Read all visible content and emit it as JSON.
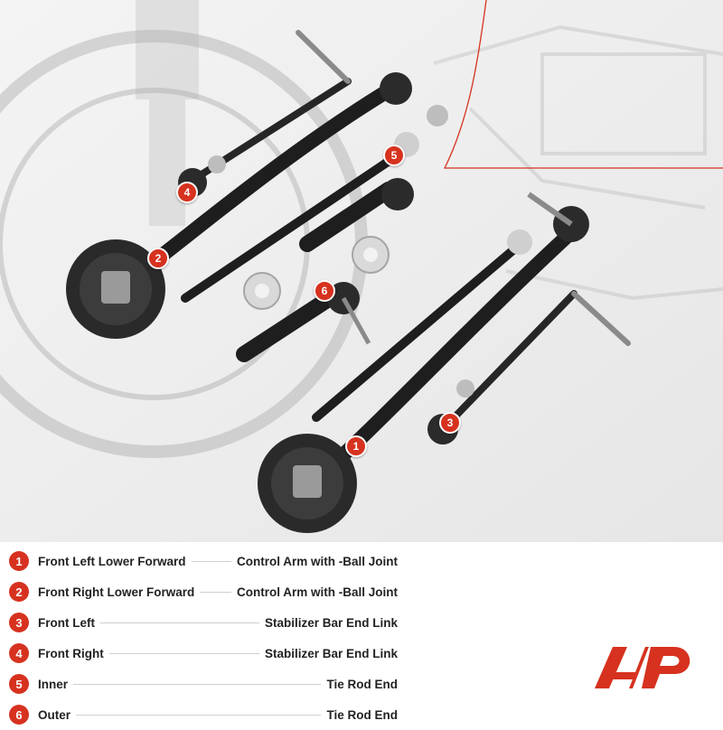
{
  "brand": {
    "accent": "#d6321f",
    "logo_text": "AP"
  },
  "callouts": [
    "1",
    "2",
    "3",
    "4",
    "5",
    "6"
  ],
  "legend": [
    {
      "num": "1",
      "left": "Front Left Lower Forward",
      "right": "Control Arm with -Ball Joint"
    },
    {
      "num": "2",
      "left": "Front Right Lower Forward",
      "right": "Control Arm with -Ball Joint"
    },
    {
      "num": "3",
      "left": "Front Left",
      "right": "Stabilizer Bar End Link"
    },
    {
      "num": "4",
      "left": "Front Right",
      "right": "Stabilizer Bar End Link"
    },
    {
      "num": "5",
      "left": "Inner",
      "right": "Tie Rod End"
    },
    {
      "num": "6",
      "left": "Outer",
      "right": "Tie Rod End"
    }
  ]
}
